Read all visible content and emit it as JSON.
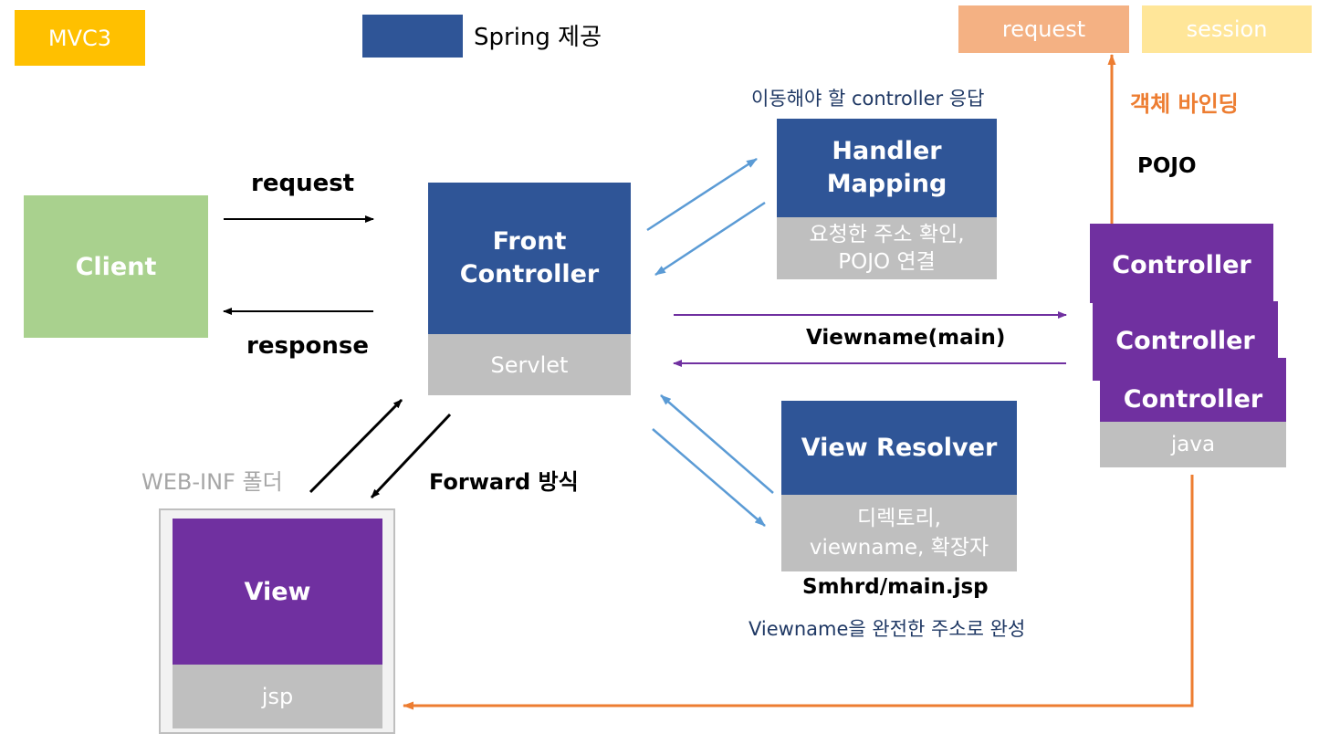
{
  "badges": {
    "mvc3": "MVC3",
    "legend_label": "Spring 제공",
    "request": "request",
    "session": "session"
  },
  "client": {
    "label": "Client"
  },
  "arrows": {
    "request": "request",
    "response": "response",
    "viewname": "Viewname(main)",
    "forward": "Forward 방식"
  },
  "front_controller": {
    "title_line1": "Front",
    "title_line2": "Controller",
    "sub": "Servlet"
  },
  "handler_mapping": {
    "caption": "이동해야 할 controller 응답",
    "title_line1": "Handler",
    "title_line2": "Mapping",
    "sub_line1": "요청한 주소 확인,",
    "sub_line2": "POJO 연결"
  },
  "view_resolver": {
    "title": "View Resolver",
    "sub_line1": "디렉토리,",
    "sub_line2": "viewname, 확장자",
    "path": "Smhrd/main.jsp",
    "caption": "Viewname을 완전한 주소로 완성"
  },
  "controllers": {
    "label_1": "Controller",
    "label_2": "Controller",
    "label_3": "Controller",
    "sub": "java",
    "pojo": "POJO",
    "binding": "객체 바인딩"
  },
  "view": {
    "folder": "WEB-INF 폴더",
    "title": "View",
    "sub": "jsp"
  },
  "colors": {
    "spring_blue": "#2f5597",
    "controller_purple": "#7030a0",
    "gray": "#bfbfbf",
    "client_green": "#a9d18e",
    "mvc3_yellow": "#ffc000",
    "request_orange": "#f4b183",
    "session_yellow": "#ffe699",
    "arrow_blue": "#5b9bd5",
    "arrow_orange": "#ed7d31"
  }
}
